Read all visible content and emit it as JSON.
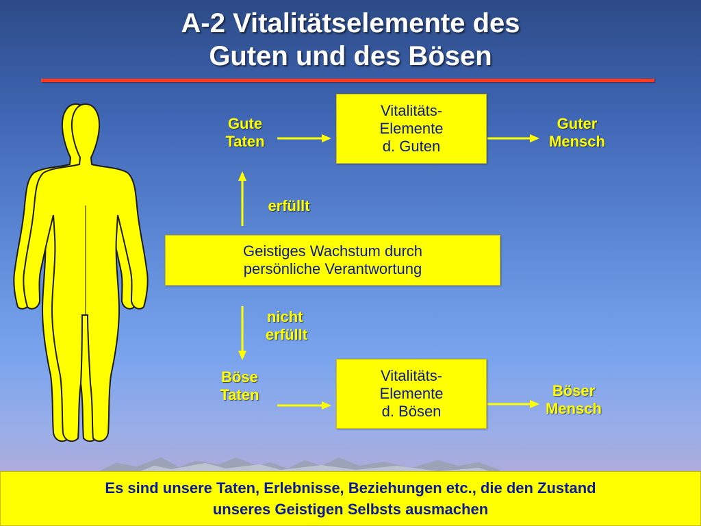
{
  "title": {
    "line1": "A-2 Vitalitätselemente des",
    "line2": "Guten und des Bösen"
  },
  "boxes": {
    "good_elements": [
      "Vitalitäts-",
      "Elemente",
      "d. Guten"
    ],
    "growth": [
      "Geistiges Wachstum durch",
      "persönliche Verantwortung"
    ],
    "evil_elements": [
      "Vitalitäts-",
      "Elemente",
      "d. Bösen"
    ]
  },
  "labels": {
    "good_deeds": [
      "Gute",
      "Taten"
    ],
    "good_person": [
      "Guter",
      "Mensch"
    ],
    "fulfilled": "erfüllt",
    "not_fulfilled": [
      "nicht",
      "erfüllt"
    ],
    "evil_deeds": [
      "Böse",
      "Taten"
    ],
    "evil_person": [
      "Böser",
      "Mensch"
    ]
  },
  "footer": {
    "line1": "Es sind unsere Taten, Erlebnisse, Beziehungen etc., die den Zustand",
    "line2": "unseres Geistigen Selbsts ausmachen"
  },
  "colors": {
    "box_fill": "#ffff00",
    "box_text": "#0a1a9a",
    "label_text": "#ffff00",
    "arrow": "#ffff00",
    "title_rule": "#ff3b1f"
  }
}
